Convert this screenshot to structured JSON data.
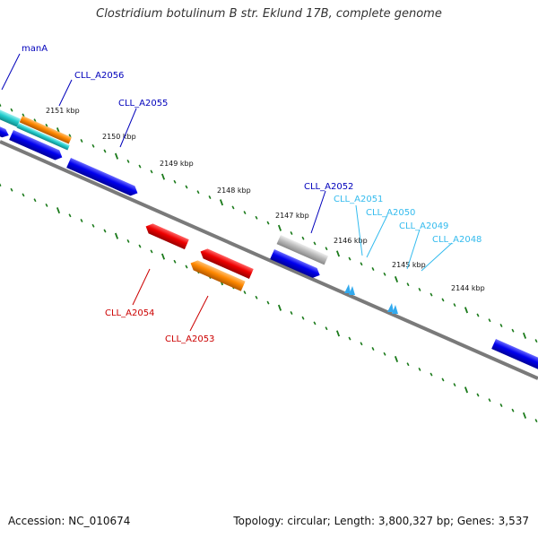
{
  "title": "Clostridium botulinum B str. Eklund 17B, complete genome",
  "footer": {
    "accession": "Accession: NC_010674",
    "summary": "Topology: circular; Length: 3,800,327 bp; Genes: 3,537"
  },
  "colors": {
    "backbone": "#808080",
    "tick": "#1a7a1a",
    "forward_gene": "#0000ee",
    "label_forward": "#0000bb",
    "label_reverse": "#cc0000",
    "label_other": "#33bbee",
    "red_gene": "#ee0000",
    "orange_gene": "#ff8800",
    "cyan_gene": "#22cccc",
    "grey_gene": "#bbbbbb",
    "marker": "#33aaee"
  },
  "ruler_labels": [
    "2151 kbp",
    "2150 kbp",
    "2149 kbp",
    "2148 kbp",
    "2147 kbp",
    "2146 kbp",
    "2145 kbp",
    "2144 kbp"
  ],
  "genes": [
    {
      "name": "manA",
      "color": "forward_gene",
      "label_color": "label_forward"
    },
    {
      "name": "CLL_A2056",
      "color": "orange_gene",
      "label_color": "label_forward"
    },
    {
      "name": "CLL_A2055",
      "color": "forward_gene",
      "label_color": "label_forward"
    },
    {
      "name": "CLL_A2054",
      "color": "red_gene",
      "label_color": "label_reverse"
    },
    {
      "name": "CLL_A2053",
      "color": "orange_gene",
      "label_color": "label_reverse"
    },
    {
      "name": "CLL_A2052",
      "color": "forward_gene",
      "label_color": "label_forward"
    },
    {
      "name": "CLL_A2051",
      "color": "marker",
      "label_color": "label_other"
    },
    {
      "name": "CLL_A2050",
      "color": "marker",
      "label_color": "label_other"
    },
    {
      "name": "CLL_A2049",
      "color": "marker",
      "label_color": "label_other"
    },
    {
      "name": "CLL_A2048",
      "color": "marker",
      "label_color": "label_other"
    }
  ]
}
